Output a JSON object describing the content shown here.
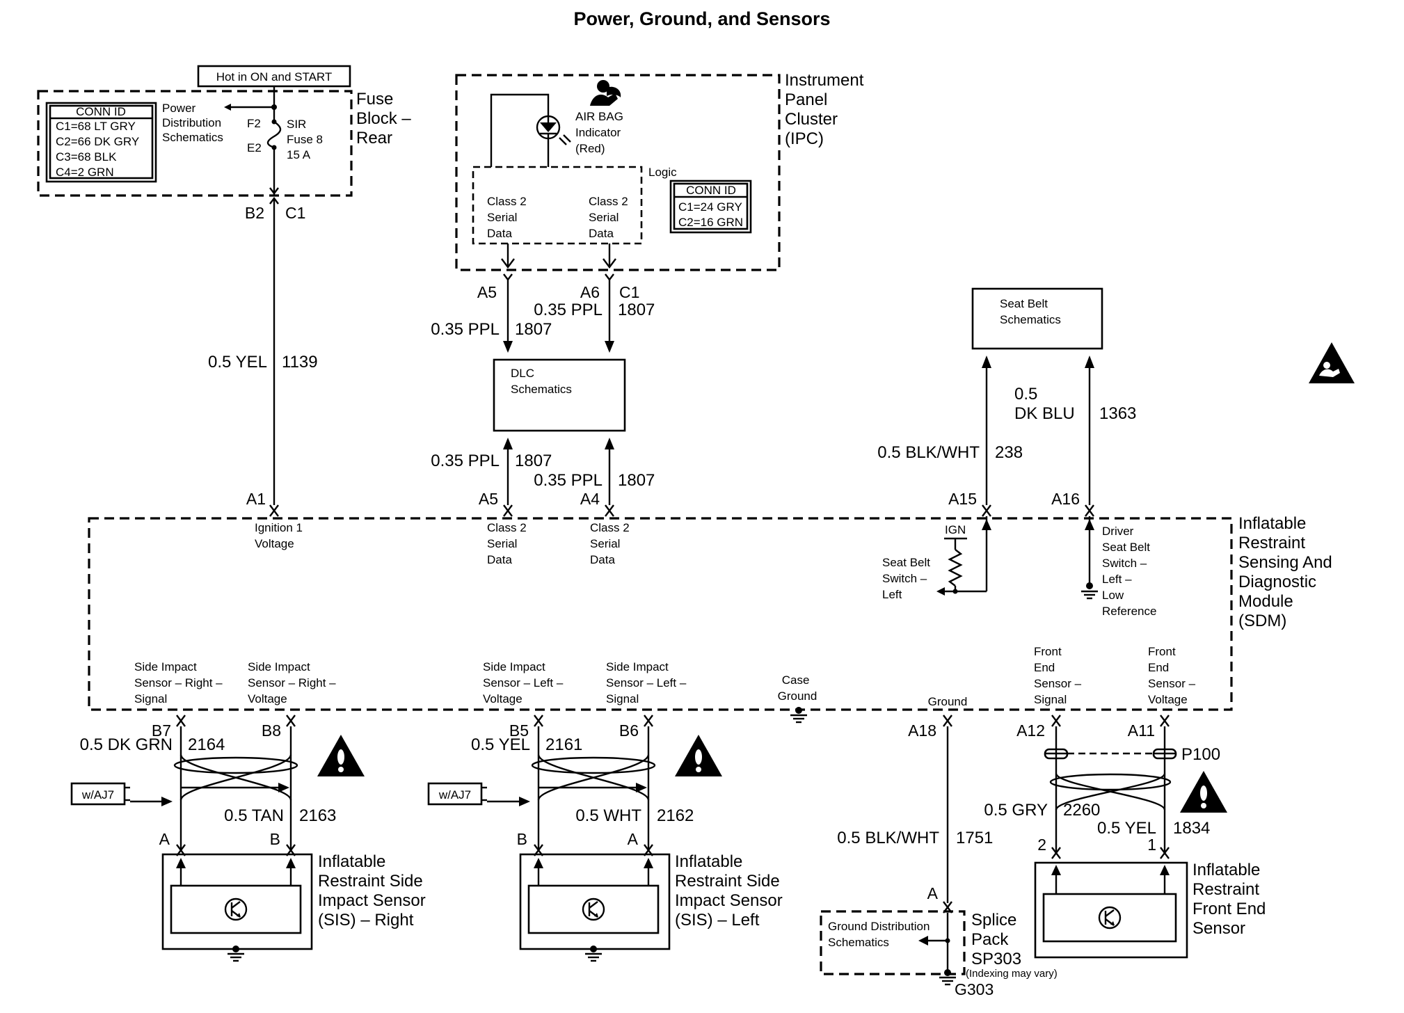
{
  "title": "Power, Ground, and Sensors",
  "fuse_block": {
    "label": [
      "Fuse",
      "Block –",
      "Rear"
    ],
    "hot_label": "Hot in ON and START",
    "conn_id_title": "CONN ID",
    "conn_id": [
      "C1=68 LT GRY",
      "C2=66 DK GRY",
      "C3=68 BLK",
      "C4=2  GRN"
    ],
    "power_dist": [
      "Power",
      "Distribution",
      "Schematics"
    ],
    "f2": "F2",
    "e2": "E2",
    "fuse": [
      "SIR",
      "Fuse 8",
      "15 A"
    ],
    "pin_b2": "B2",
    "pin_c1": "C1"
  },
  "ipc": {
    "label": [
      "Instrument",
      "Panel",
      "Cluster",
      "(IPC)"
    ],
    "airbag": [
      "AIR BAG",
      "Indicator",
      "(Red)"
    ],
    "logic": "Logic",
    "class2_left": [
      "Class 2",
      "Serial",
      "Data"
    ],
    "class2_right": [
      "Class 2",
      "Serial",
      "Data"
    ],
    "conn_id_title": "CONN ID",
    "conn_id": [
      "C1=24 GRY",
      "C2=16 GRN"
    ],
    "pin_a5": "A5",
    "pin_a6": "A6",
    "pin_c1": "C1"
  },
  "dlc": {
    "label": [
      "DLC",
      "Schematics"
    ]
  },
  "seat_belt": {
    "label": [
      "Seat Belt",
      "Schematics"
    ]
  },
  "wires": {
    "w1139": {
      "gauge": "0.5 YEL",
      "circuit": "1139"
    },
    "w1807_upper_left": {
      "gauge": "0.35 PPL",
      "circuit": "1807"
    },
    "w1807_upper_right": {
      "gauge": "0.35 PPL",
      "circuit": "1807"
    },
    "w1807_lower_left": {
      "gauge": "0.35 PPL",
      "circuit": "1807"
    },
    "w1807_lower_right": {
      "gauge": "0.35 PPL",
      "circuit": "1807"
    },
    "w238": {
      "gauge": "0.5 BLK/WHT",
      "circuit": "238"
    },
    "w1363": {
      "gauge": [
        "0.5",
        "DK  BLU"
      ],
      "circuit": "1363"
    },
    "w2164": {
      "gauge": "0.5 DK GRN",
      "circuit": "2164"
    },
    "w2163": {
      "gauge": "0.5 TAN",
      "circuit": "2163"
    },
    "w2161": {
      "gauge": "0.5 YEL",
      "circuit": "2161"
    },
    "w2162": {
      "gauge": "0.5 WHT",
      "circuit": "2162"
    },
    "w1751": {
      "gauge": "0.5 BLK/WHT",
      "circuit": "1751"
    },
    "w2260": {
      "gauge": "0.5 GRY",
      "circuit": "2260"
    },
    "w1834": {
      "gauge": "0.5 YEL",
      "circuit": "1834"
    }
  },
  "sdm": {
    "label": [
      "Inflatable",
      "Restraint",
      "Sensing And",
      "Diagnostic",
      "Module",
      "(SDM)"
    ],
    "pins": {
      "a1": "A1",
      "a5": "A5",
      "a4": "A4",
      "a15": "A15",
      "a16": "A16",
      "b7": "B7",
      "b8": "B8",
      "b5": "B5",
      "b6": "B6",
      "a18": "A18",
      "a12": "A12",
      "a11": "A11"
    },
    "ign_voltage": [
      "Ignition 1",
      "Voltage"
    ],
    "class2_a5": [
      "Class 2",
      "Serial",
      "Data"
    ],
    "class2_a4": [
      "Class 2",
      "Serial",
      "Data"
    ],
    "ign": "IGN",
    "seat_belt_switch": [
      "Seat Belt",
      "Switch –",
      "Left"
    ],
    "driver_seat_belt": [
      "Driver",
      "Seat Belt",
      "Switch –",
      "Left –",
      "Low",
      "Reference"
    ],
    "sis_right_signal": [
      "Side Impact",
      "Sensor – Right –",
      "Signal"
    ],
    "sis_right_voltage": [
      "Side Impact",
      "Sensor – Right –",
      "Voltage"
    ],
    "sis_left_voltage": [
      "Side Impact",
      "Sensor – Left –",
      "Voltage"
    ],
    "sis_left_signal": [
      "Side Impact",
      "Sensor – Left –",
      "Signal"
    ],
    "case_ground": [
      "Case",
      "Ground"
    ],
    "ground": "Ground",
    "front_end_signal": [
      "Front",
      "End",
      "Sensor –",
      "Signal"
    ],
    "front_end_voltage": [
      "Front",
      "End",
      "Sensor –",
      "Voltage"
    ]
  },
  "option_tag": "w/AJ7",
  "sis_right": {
    "label": [
      "Inflatable",
      "Restraint Side",
      "Impact Sensor",
      "(SIS) – Right"
    ],
    "pin_a": "A",
    "pin_b": "B"
  },
  "sis_left": {
    "label": [
      "Inflatable",
      "Restraint Side",
      "Impact Sensor",
      "(SIS) – Left"
    ],
    "pin_b": "B",
    "pin_a": "A"
  },
  "splice_pack": {
    "label": [
      "Splice",
      "Pack",
      "SP303"
    ],
    "note": "(Indexing may vary)",
    "ground_dist": [
      "Ground Distribution",
      "Schematics"
    ],
    "pin_a": "A",
    "ground_id": "G303"
  },
  "front_end": {
    "label": [
      "Inflatable",
      "Restraint",
      "Front End",
      "Sensor"
    ],
    "p100": "P100",
    "pin_2": "2",
    "pin_1": "1"
  }
}
